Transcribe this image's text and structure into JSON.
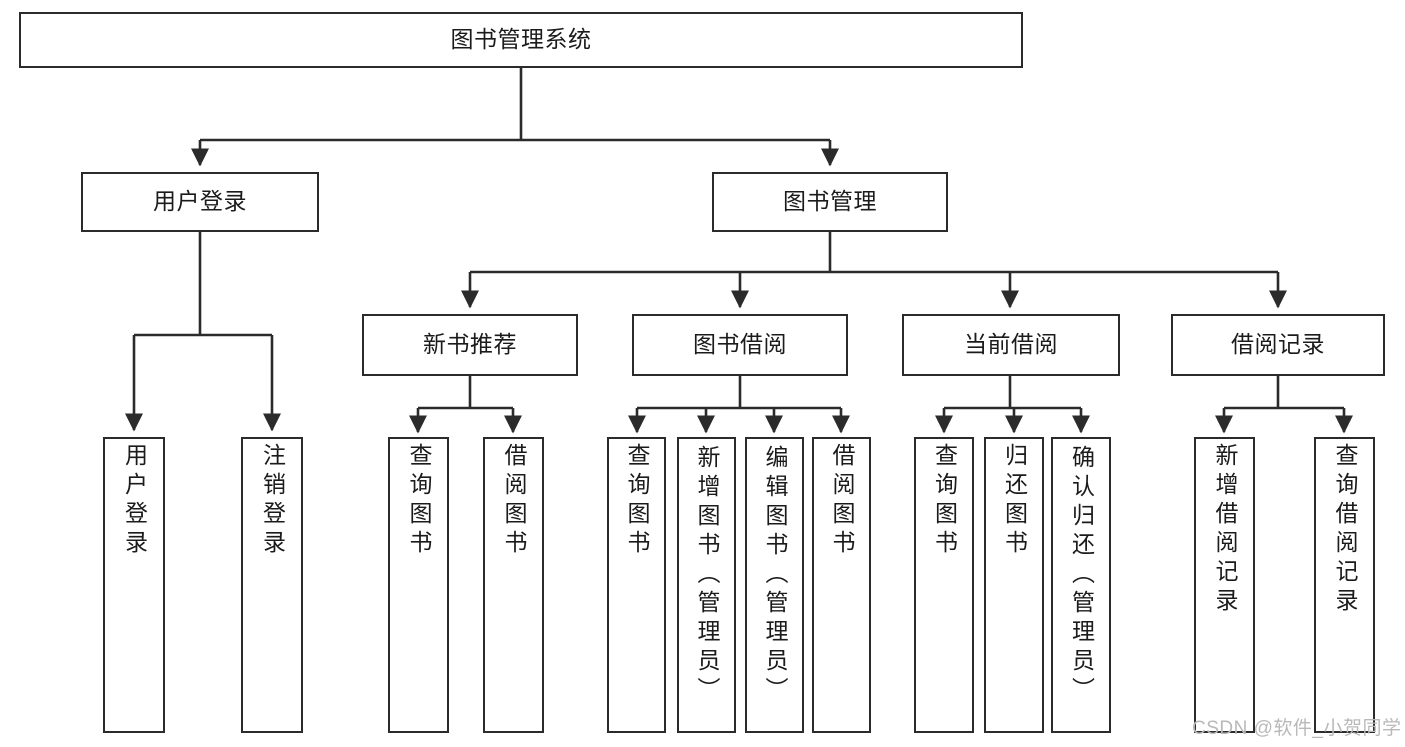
{
  "diagram": {
    "type": "tree-hierarchy",
    "title": "图书管理系统",
    "root": {
      "label": "图书管理系统"
    },
    "level2": [
      {
        "label": "用户登录"
      },
      {
        "label": "图书管理"
      }
    ],
    "level3": [
      {
        "label": "新书推荐"
      },
      {
        "label": "图书借阅"
      },
      {
        "label": "当前借阅"
      },
      {
        "label": "借阅记录"
      }
    ],
    "leaves": {
      "user_login": [
        {
          "label": "用户登录"
        },
        {
          "label": "注销登录"
        }
      ],
      "new_book_recommend": [
        {
          "label": "查询图书"
        },
        {
          "label": "借阅图书"
        }
      ],
      "book_borrow": [
        {
          "label": "查询图书"
        },
        {
          "label": "新增图书（管理员）"
        },
        {
          "label": "编辑图书（管理员）"
        },
        {
          "label": "借阅图书"
        }
      ],
      "current_borrow": [
        {
          "label": "查询图书"
        },
        {
          "label": "归还图书"
        },
        {
          "label": "确认归还（管理员）"
        }
      ],
      "borrow_record": [
        {
          "label": "新增借阅记录"
        },
        {
          "label": "查询借阅记录"
        }
      ]
    }
  },
  "watermark": {
    "text": "CSDN @软件_小贺同学"
  },
  "colors": {
    "stroke": "#2b2b2b",
    "background": "#ffffff",
    "text": "#1b1b1b",
    "watermark": "#b9b9b9"
  }
}
